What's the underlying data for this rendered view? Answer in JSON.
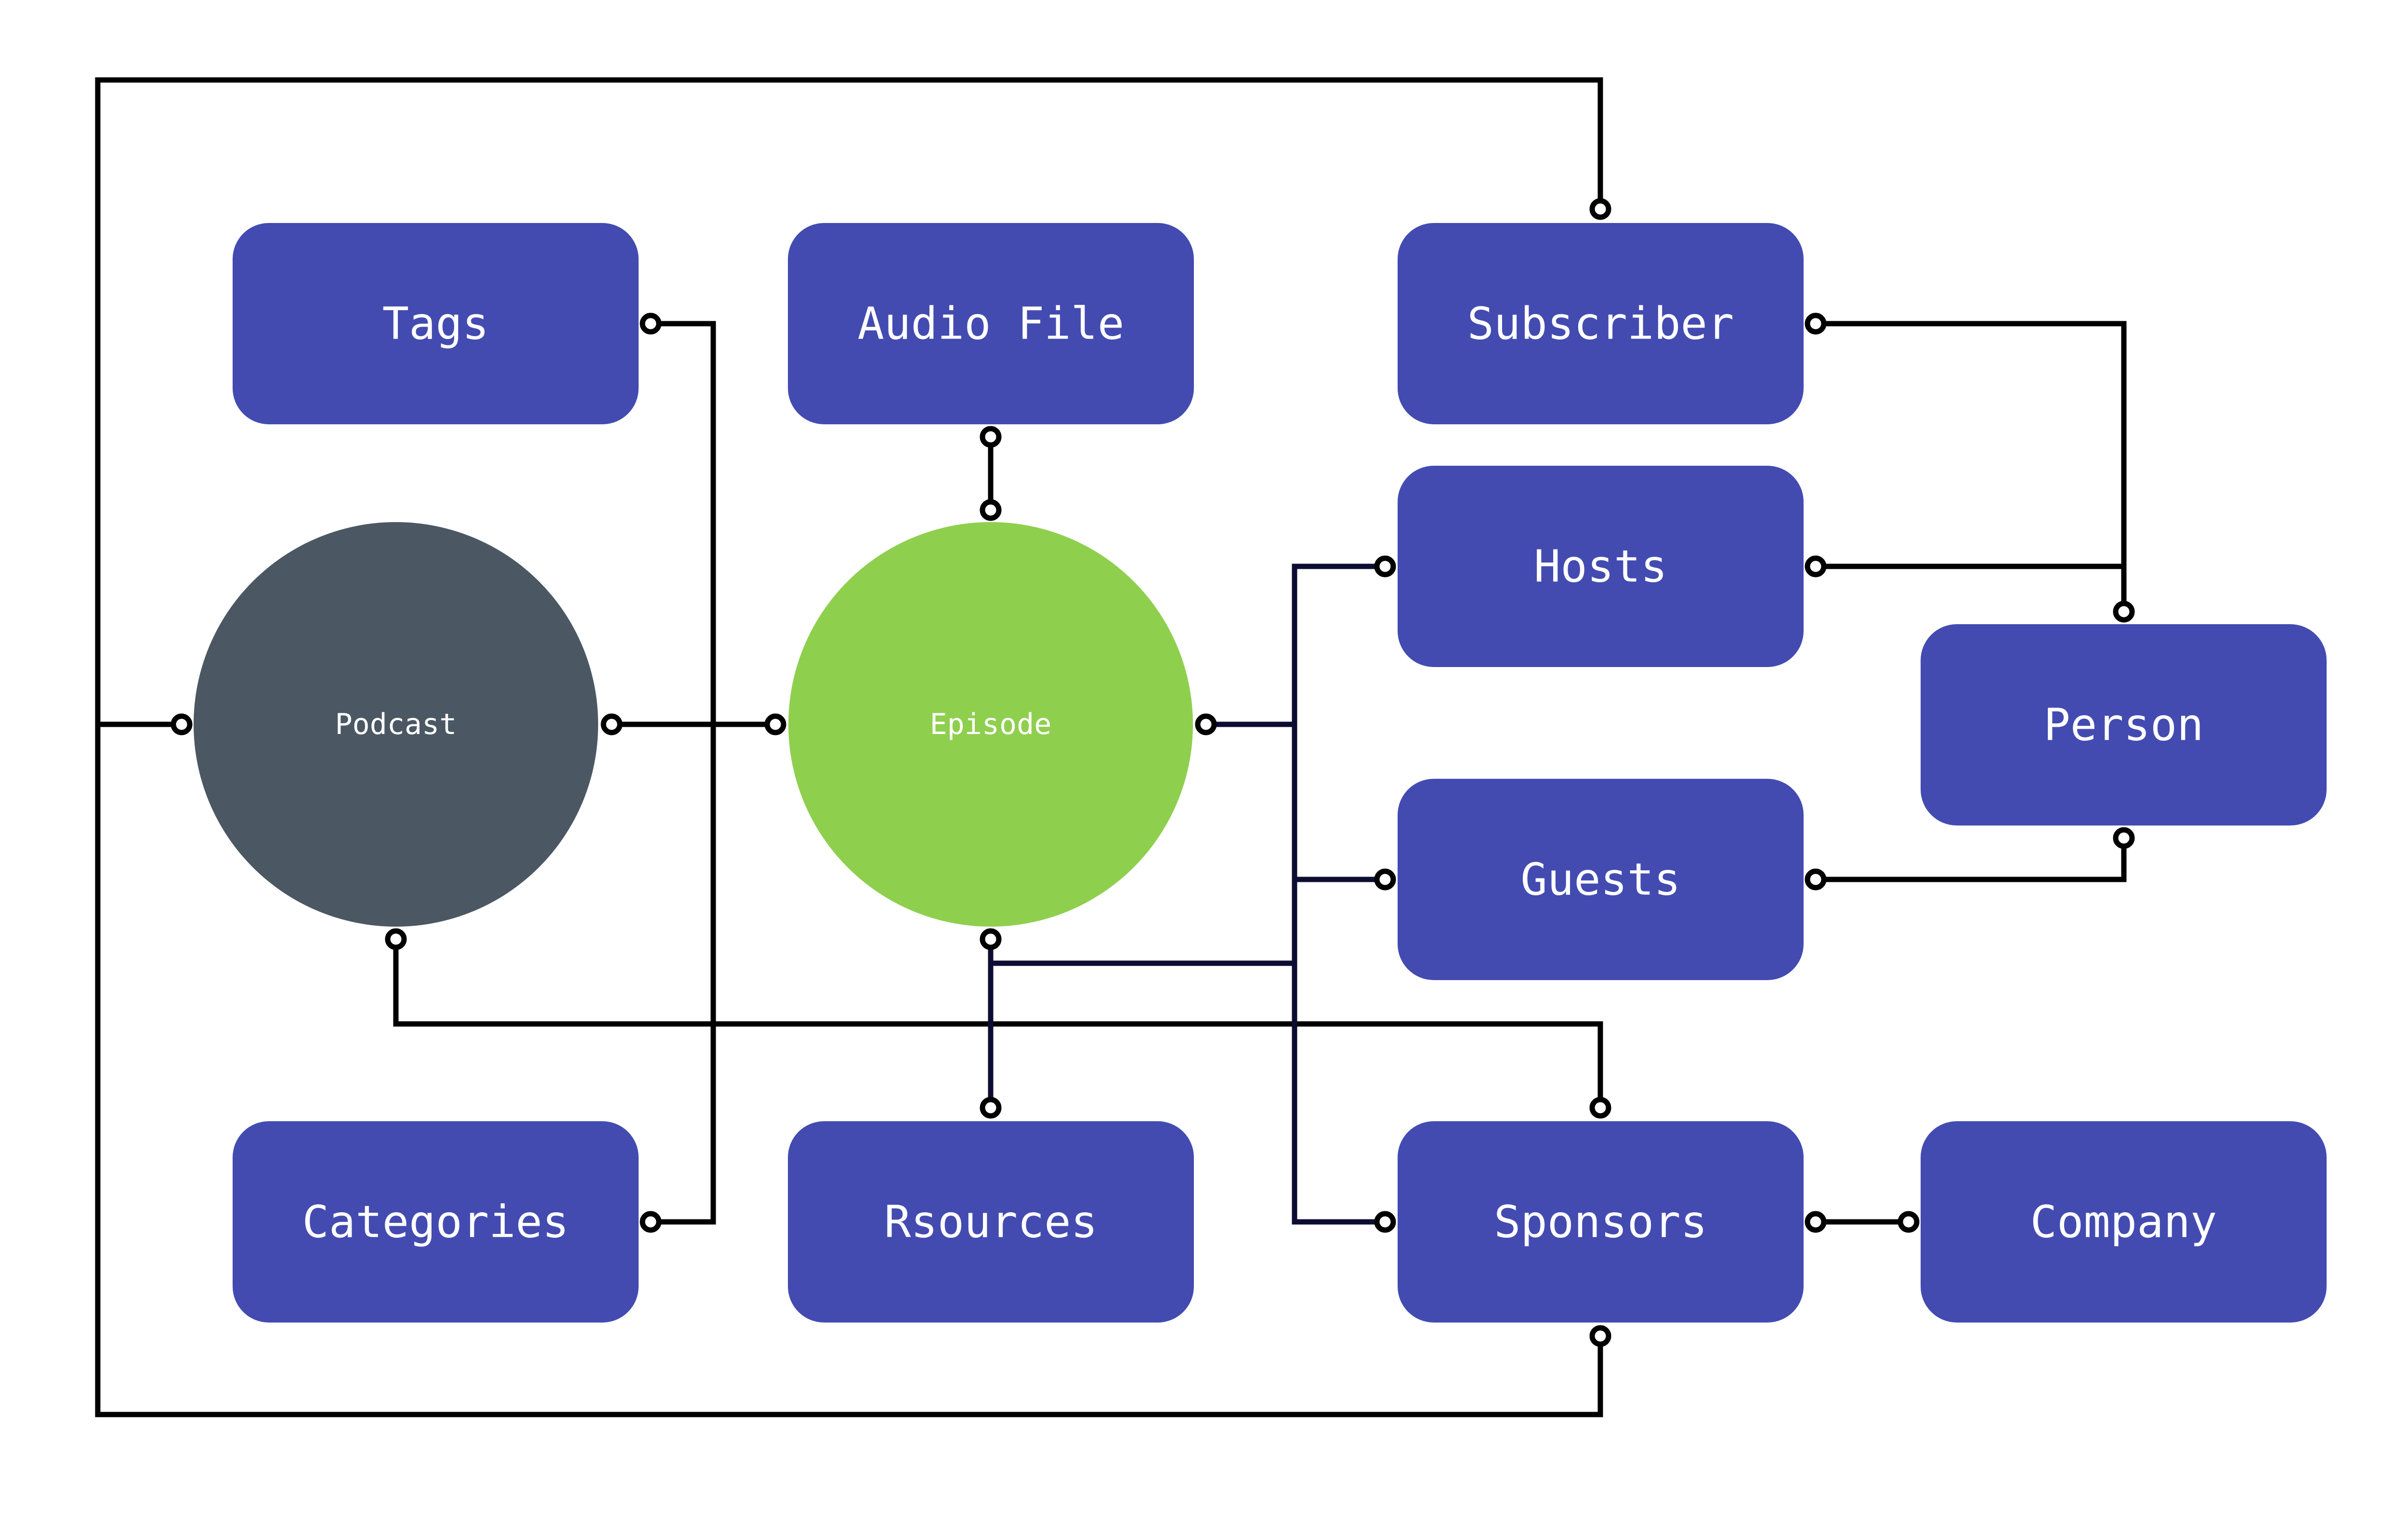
{
  "colors": {
    "box": "#434BB1",
    "podcast": "#4B5863",
    "episode": "#8FCF4E",
    "wire_black": "#000000",
    "wire_navy": "#0D0D33"
  },
  "nodes": {
    "tags": "Tags",
    "audio_file": "Audio File",
    "subscriber": "Subscriber",
    "podcast": "Podcast",
    "episode": "Episode",
    "hosts": "Hosts",
    "person": "Person",
    "guests": "Guests",
    "categories": "Categories",
    "resources": "Rsources",
    "sponsors": "Sponsors",
    "company": "Company"
  }
}
